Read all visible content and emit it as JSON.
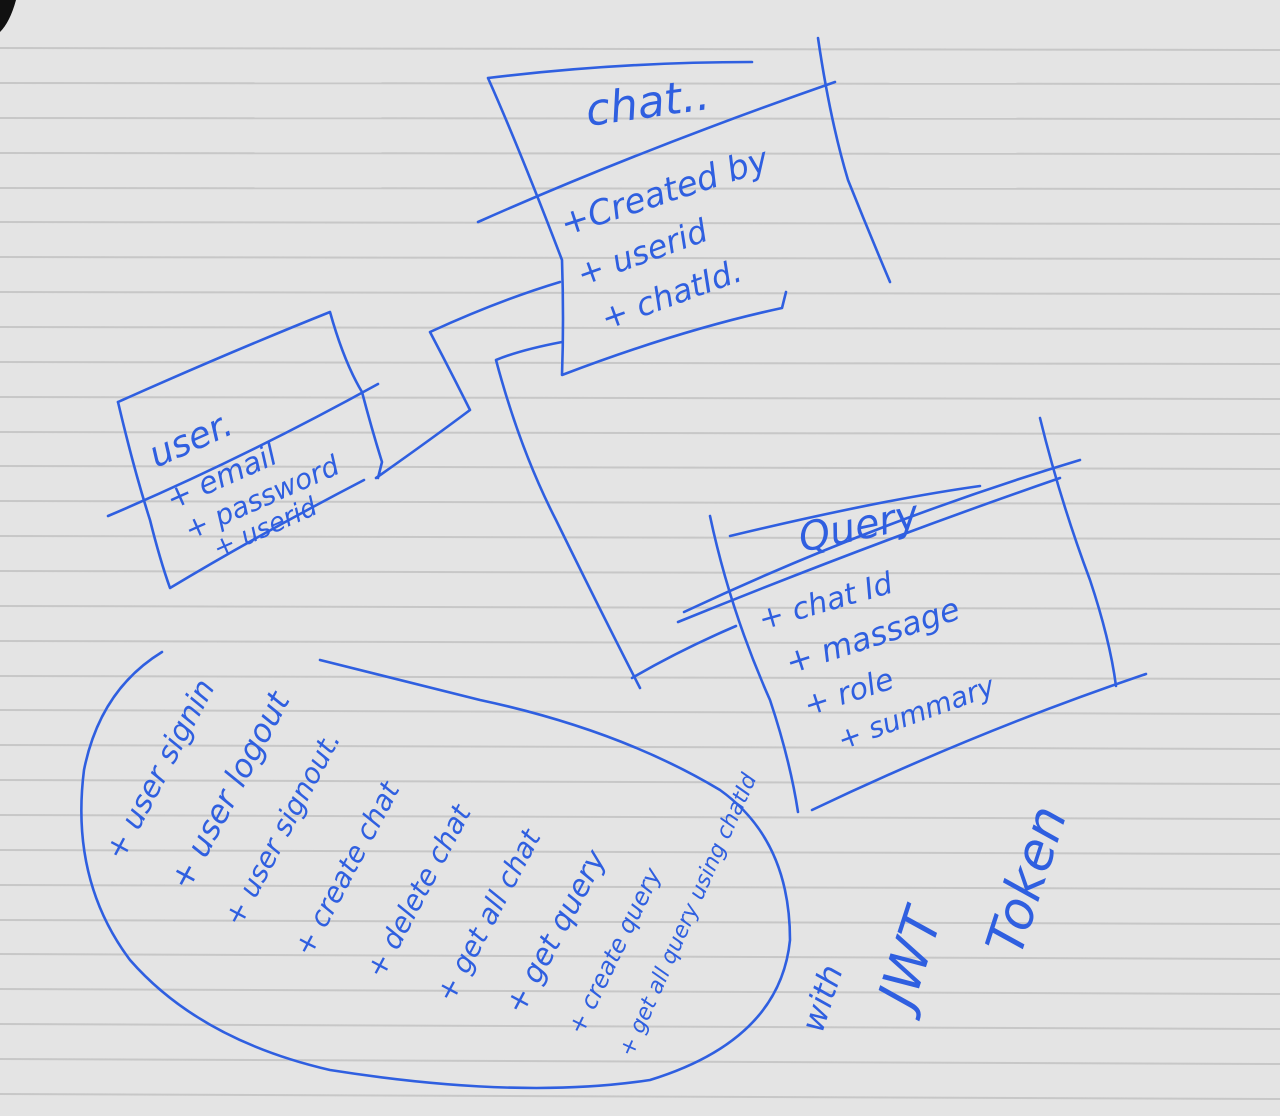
{
  "ink_color": "#2f5fe0",
  "paper_color": "#e4e4e4",
  "rule_color": "#c7c7c7",
  "chat_box": {
    "title": "chat..",
    "fields": [
      "+Created by",
      "+ userid",
      "+ chatId."
    ]
  },
  "user_box": {
    "title": "user.",
    "fields": [
      "+ email",
      "+ password",
      "+ userid"
    ]
  },
  "query_box": {
    "title": "Query",
    "fields": [
      "+ chat Id",
      "+ massage",
      "+ role",
      "+ summary"
    ]
  },
  "operations": [
    "+ user signin",
    "+ user logout",
    "+ user signout.",
    "+ create chat",
    "+ delete chat",
    "+ get all chat",
    "+ get query",
    "+ create query",
    "+ get all query using chatId"
  ],
  "note": {
    "with": "with",
    "jwt": "JWT",
    "token": "Token"
  }
}
